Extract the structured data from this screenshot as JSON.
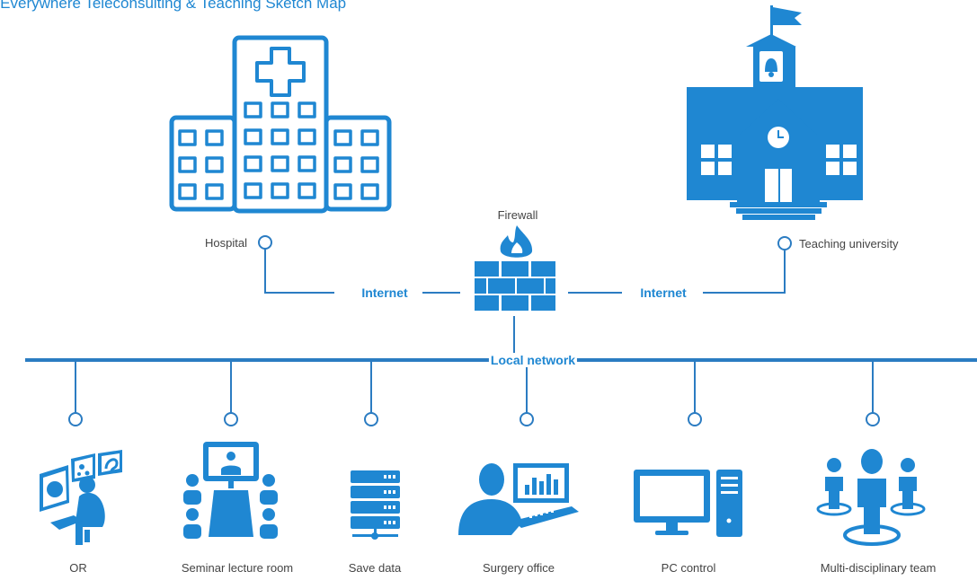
{
  "title": "e Everywhere Teleconsulting & Teaching Sketch Map",
  "colors": {
    "accent": "#1f87d2",
    "line": "#2b7cc2",
    "text": "#444444"
  },
  "nodes": {
    "hospital": "Hospital",
    "university": "Teaching university",
    "firewall": "Firewall"
  },
  "links": {
    "internet_left": "Internet",
    "internet_right": "Internet",
    "local": "Local network"
  },
  "endpoints": [
    {
      "label": "OR",
      "icon": "operating-room-icon"
    },
    {
      "label": "Seminar lecture room",
      "icon": "lecture-room-icon"
    },
    {
      "label": "Save data",
      "icon": "server-icon"
    },
    {
      "label": "Surgery office",
      "icon": "office-worker-icon"
    },
    {
      "label": "PC control",
      "icon": "desktop-pc-icon"
    },
    {
      "label": "Multi-disciplinary team",
      "icon": "team-icon"
    }
  ]
}
